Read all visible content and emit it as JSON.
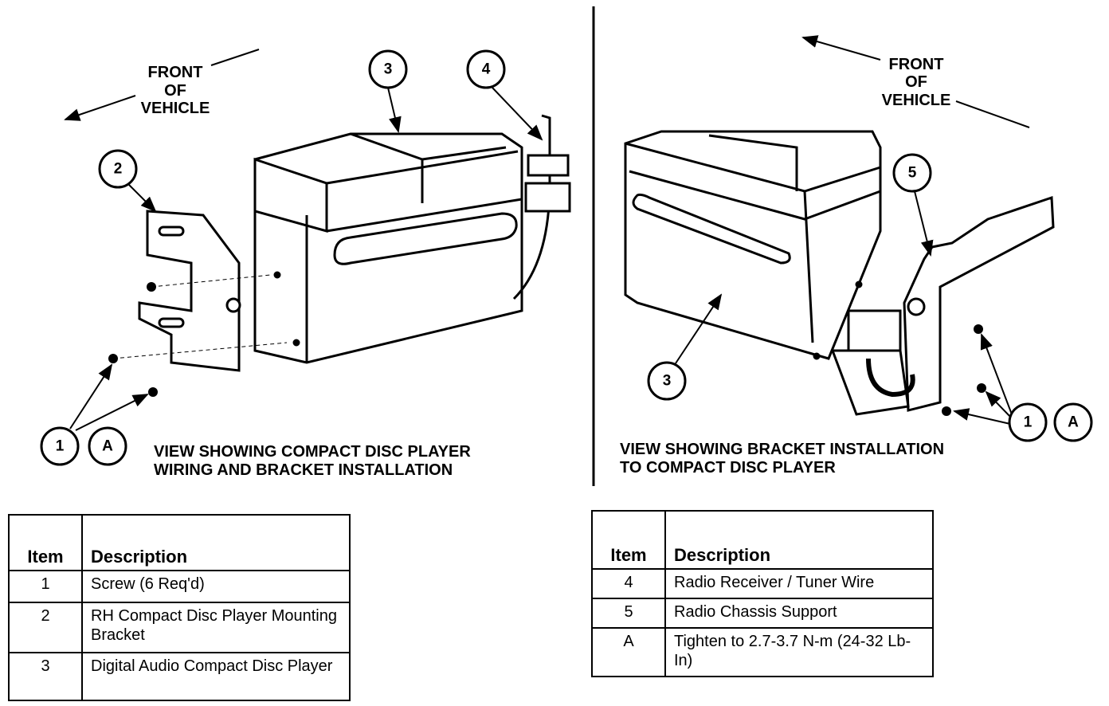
{
  "left_view": {
    "direction_label": [
      "FRONT",
      "OF",
      "VEHICLE"
    ],
    "callouts": [
      "3",
      "4",
      "2",
      "1",
      "A"
    ],
    "caption": [
      "VIEW SHOWING COMPACT DISC PLAYER",
      "WIRING AND BRACKET INSTALLATION"
    ]
  },
  "right_view": {
    "direction_label": [
      "FRONT",
      "OF",
      "VEHICLE"
    ],
    "callouts": [
      "5",
      "3",
      "1",
      "A"
    ],
    "caption": [
      "VIEW SHOWING BRACKET INSTALLATION",
      "TO COMPACT DISC PLAYER"
    ]
  },
  "left_table": {
    "headers": [
      "Item",
      "Description"
    ],
    "rows": [
      {
        "item": "1",
        "description": "Screw (6 Req'd)"
      },
      {
        "item": "2",
        "description": "RH Compact Disc Player Mounting Bracket"
      },
      {
        "item": "3",
        "description": "Digital Audio Compact Disc Player"
      }
    ]
  },
  "right_table": {
    "headers": [
      "Item",
      "Description"
    ],
    "rows": [
      {
        "item": "4",
        "description": "Radio Receiver / Tuner Wire"
      },
      {
        "item": "5",
        "description": "Radio Chassis Support"
      },
      {
        "item": "A",
        "description": "Tighten to 2.7-3.7 N-m (24-32 Lb-In)"
      }
    ]
  }
}
